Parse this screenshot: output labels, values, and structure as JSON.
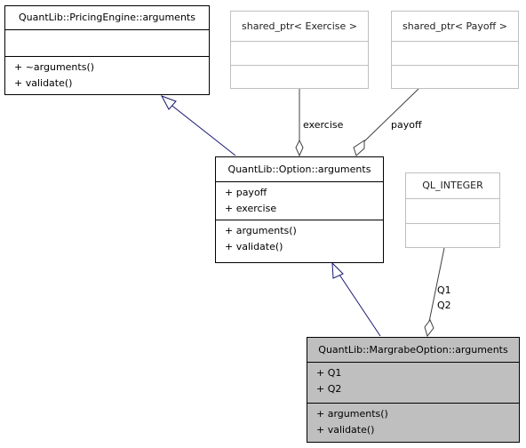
{
  "nodes": {
    "pricing_engine_args": {
      "title": "QuantLib::PricingEngine::arguments",
      "attributes": [],
      "methods": [
        "+ ~arguments()",
        "+ validate()"
      ]
    },
    "shared_ptr_exercise": {
      "title": "shared_ptr< Exercise >",
      "attributes": [],
      "methods": []
    },
    "shared_ptr_payoff": {
      "title": "shared_ptr< Payoff >",
      "attributes": [],
      "methods": []
    },
    "option_args": {
      "title": "QuantLib::Option::arguments",
      "attributes": [
        "+ payoff",
        "+ exercise"
      ],
      "methods": [
        "+ arguments()",
        "+ validate()"
      ]
    },
    "ql_integer": {
      "title": "QL_INTEGER",
      "attributes": [],
      "methods": []
    },
    "margrabe_args": {
      "title": "QuantLib::MargrabeOption::arguments",
      "attributes": [
        "+ Q1",
        "+ Q2"
      ],
      "methods": [
        "+ arguments()",
        "+ validate()"
      ]
    }
  },
  "edges": {
    "exercise_label": "exercise",
    "payoff_label": "payoff",
    "q1_label": "Q1",
    "q2_label": "Q2"
  },
  "colors": {
    "inheritance_edge": "#191970",
    "aggregation_edge": "#404040",
    "highlight_fill": "#bfbfbf",
    "grey_border": "#bfbfbf"
  }
}
